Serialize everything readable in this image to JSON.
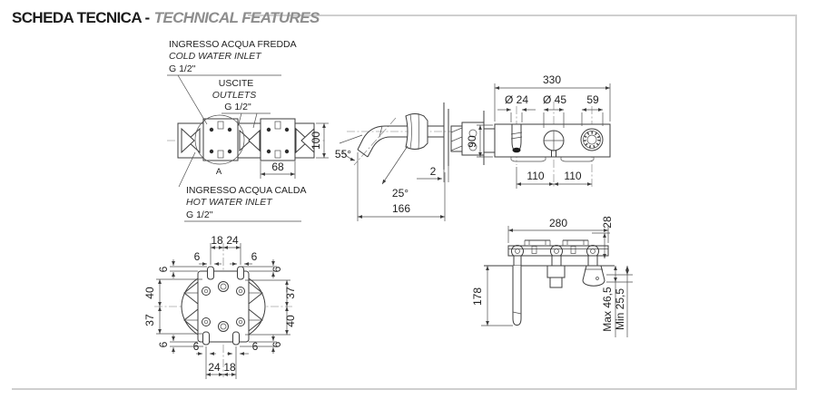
{
  "header": {
    "title_it": "SCHEDA TECNICA -",
    "title_en": "TECHNICAL FEATURES"
  },
  "colors": {
    "drawing_line": "#3d3d3d",
    "dimension_line": "#4d4d4d",
    "text": "#1f1f1f",
    "title_dark": "#1c1c1c",
    "title_gray": "#8d8d8d",
    "frame": "#cfcfcf",
    "background": "#ffffff"
  },
  "rear_view": {
    "cold_label_it": "INGRESSO ACQUA FREDDA",
    "cold_label_en": "COLD WATER INLET",
    "cold_thread": "G 1/2\"",
    "outlets_label_it": "USCITE",
    "outlets_label_en": "OUTLETS",
    "outlets_thread": "G 1/2\"",
    "hot_label_it": "INGRESSO ACQUA CALDA",
    "hot_label_en": "HOT WATER INLET",
    "hot_thread": "G 1/2\"",
    "dim_height": "100",
    "dim_spacing": "68",
    "detail_label": "A"
  },
  "spout_view": {
    "dim_tip_angle": "55°",
    "dim_spout_angle": "25°",
    "dim_plate_thickness": "2",
    "dim_length": "166"
  },
  "front_view": {
    "dim_width": "330",
    "dim_spout_diameter": "Ø 24",
    "dim_knob_diameter": "Ø 45",
    "dim_handle_diameter": "59",
    "dim_height": "90",
    "dim_pitch_left": "110",
    "dim_pitch_right": "110"
  },
  "detail_view": {
    "dim_top_left": "18",
    "dim_top_right": "24",
    "dim_bottom_left": "24",
    "dim_bottom_right": "18",
    "dim_left_upper": "40",
    "dim_left_lower": "37",
    "dim_right_upper": "37",
    "dim_right_lower": "40",
    "dim_six": "6"
  },
  "install_view": {
    "dim_width": "280",
    "dim_bar_depth": "28",
    "dim_spout_drop": "178",
    "dim_max": "Max 46,5",
    "dim_min": "Min 25,5"
  }
}
